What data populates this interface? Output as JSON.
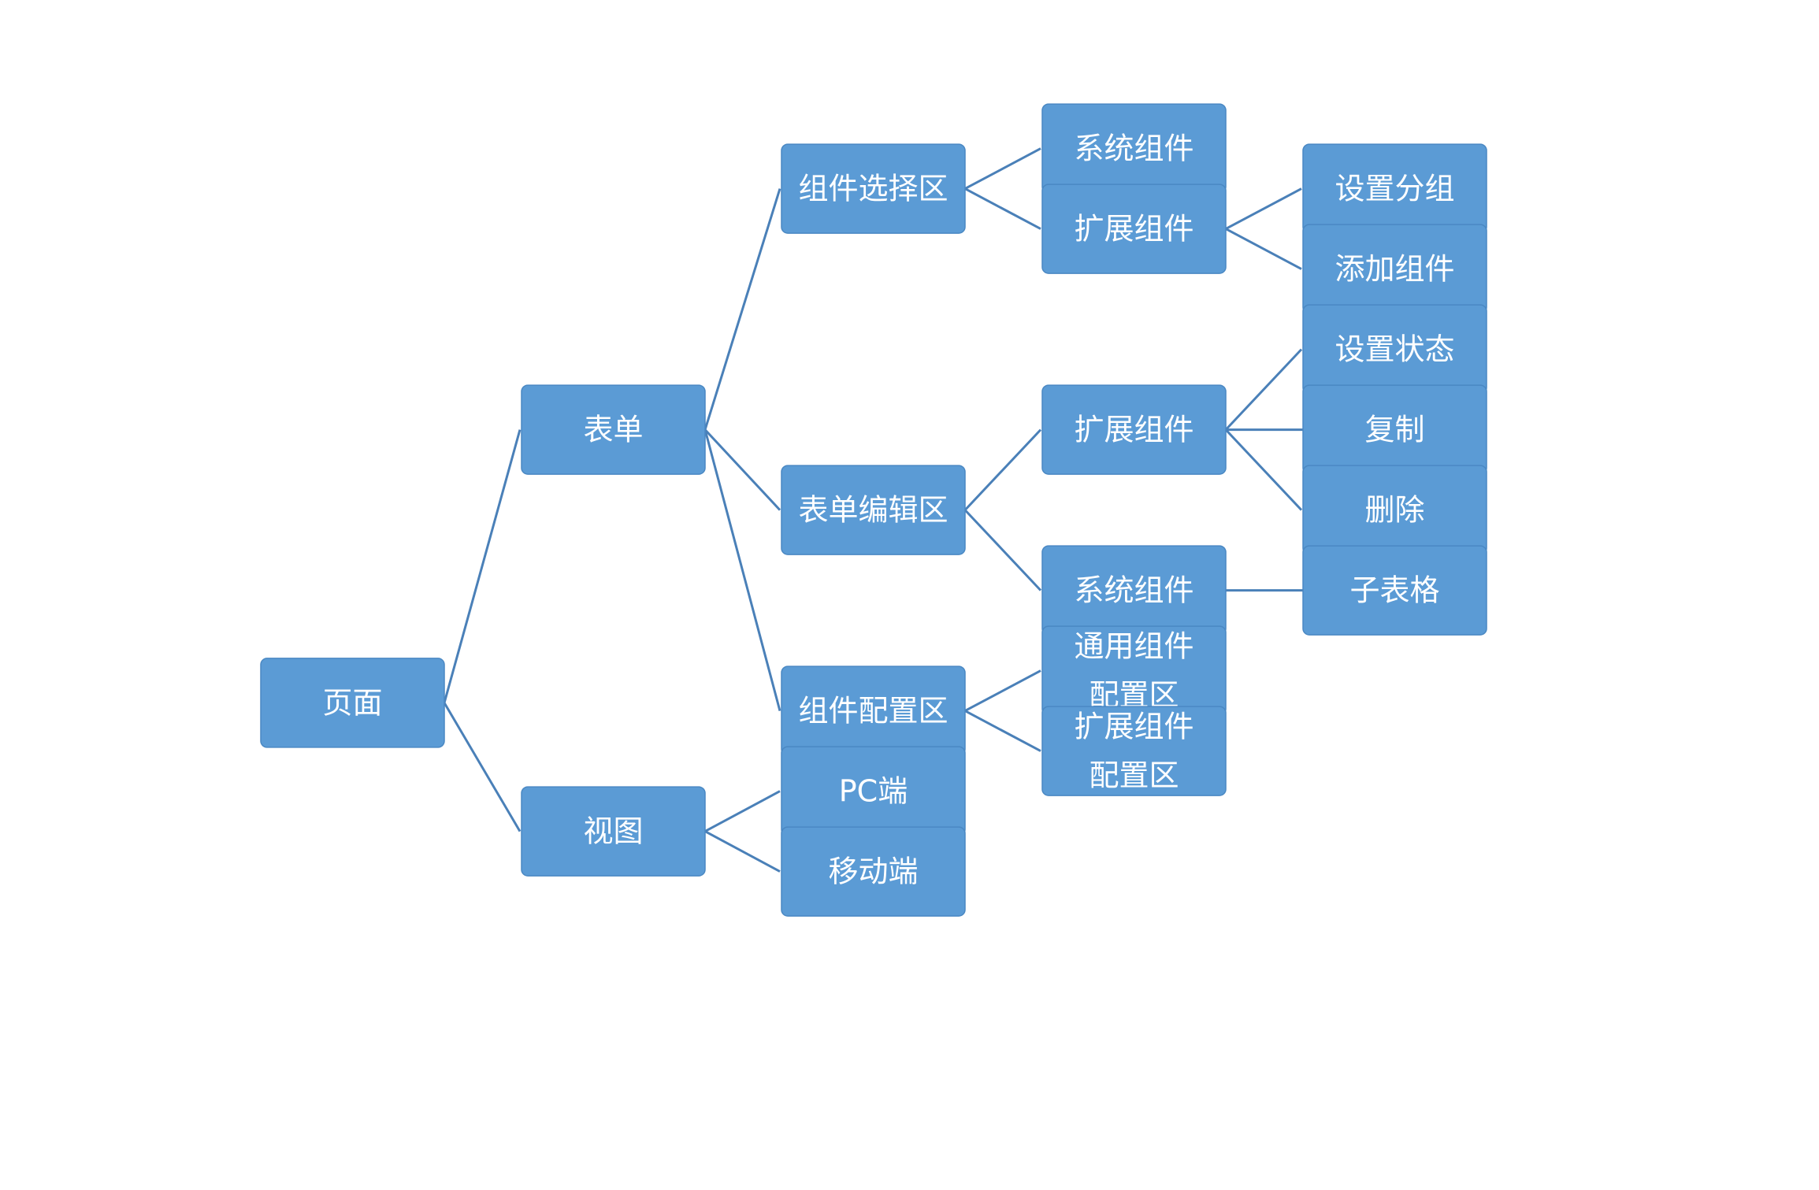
{
  "colors": {
    "node_fill": "#5B9BD5",
    "connector": "#4A80B8",
    "text": "#FFFFFF"
  },
  "tree": {
    "label": "页面",
    "children": [
      {
        "label": "表单",
        "children": [
          {
            "label": "组件选择区",
            "children": [
              {
                "label": "系统组件"
              },
              {
                "label": "扩展组件",
                "children": [
                  {
                    "label": "设置分组"
                  },
                  {
                    "label": "添加组件"
                  }
                ]
              }
            ]
          },
          {
            "label": "表单编辑区",
            "children": [
              {
                "label": "扩展组件",
                "children": [
                  {
                    "label": "设置状态"
                  },
                  {
                    "label": "复制"
                  },
                  {
                    "label": "删除"
                  }
                ]
              },
              {
                "label": "系统组件",
                "children": [
                  {
                    "label": "子表格"
                  }
                ]
              }
            ]
          },
          {
            "label": "组件配置区",
            "children": [
              {
                "label": "通用组件\n配置区"
              },
              {
                "label": "扩展组件\n配置区"
              }
            ]
          }
        ]
      },
      {
        "label": "视图",
        "children": [
          {
            "label": "PC端"
          },
          {
            "label": "移动端"
          }
        ]
      }
    ]
  }
}
